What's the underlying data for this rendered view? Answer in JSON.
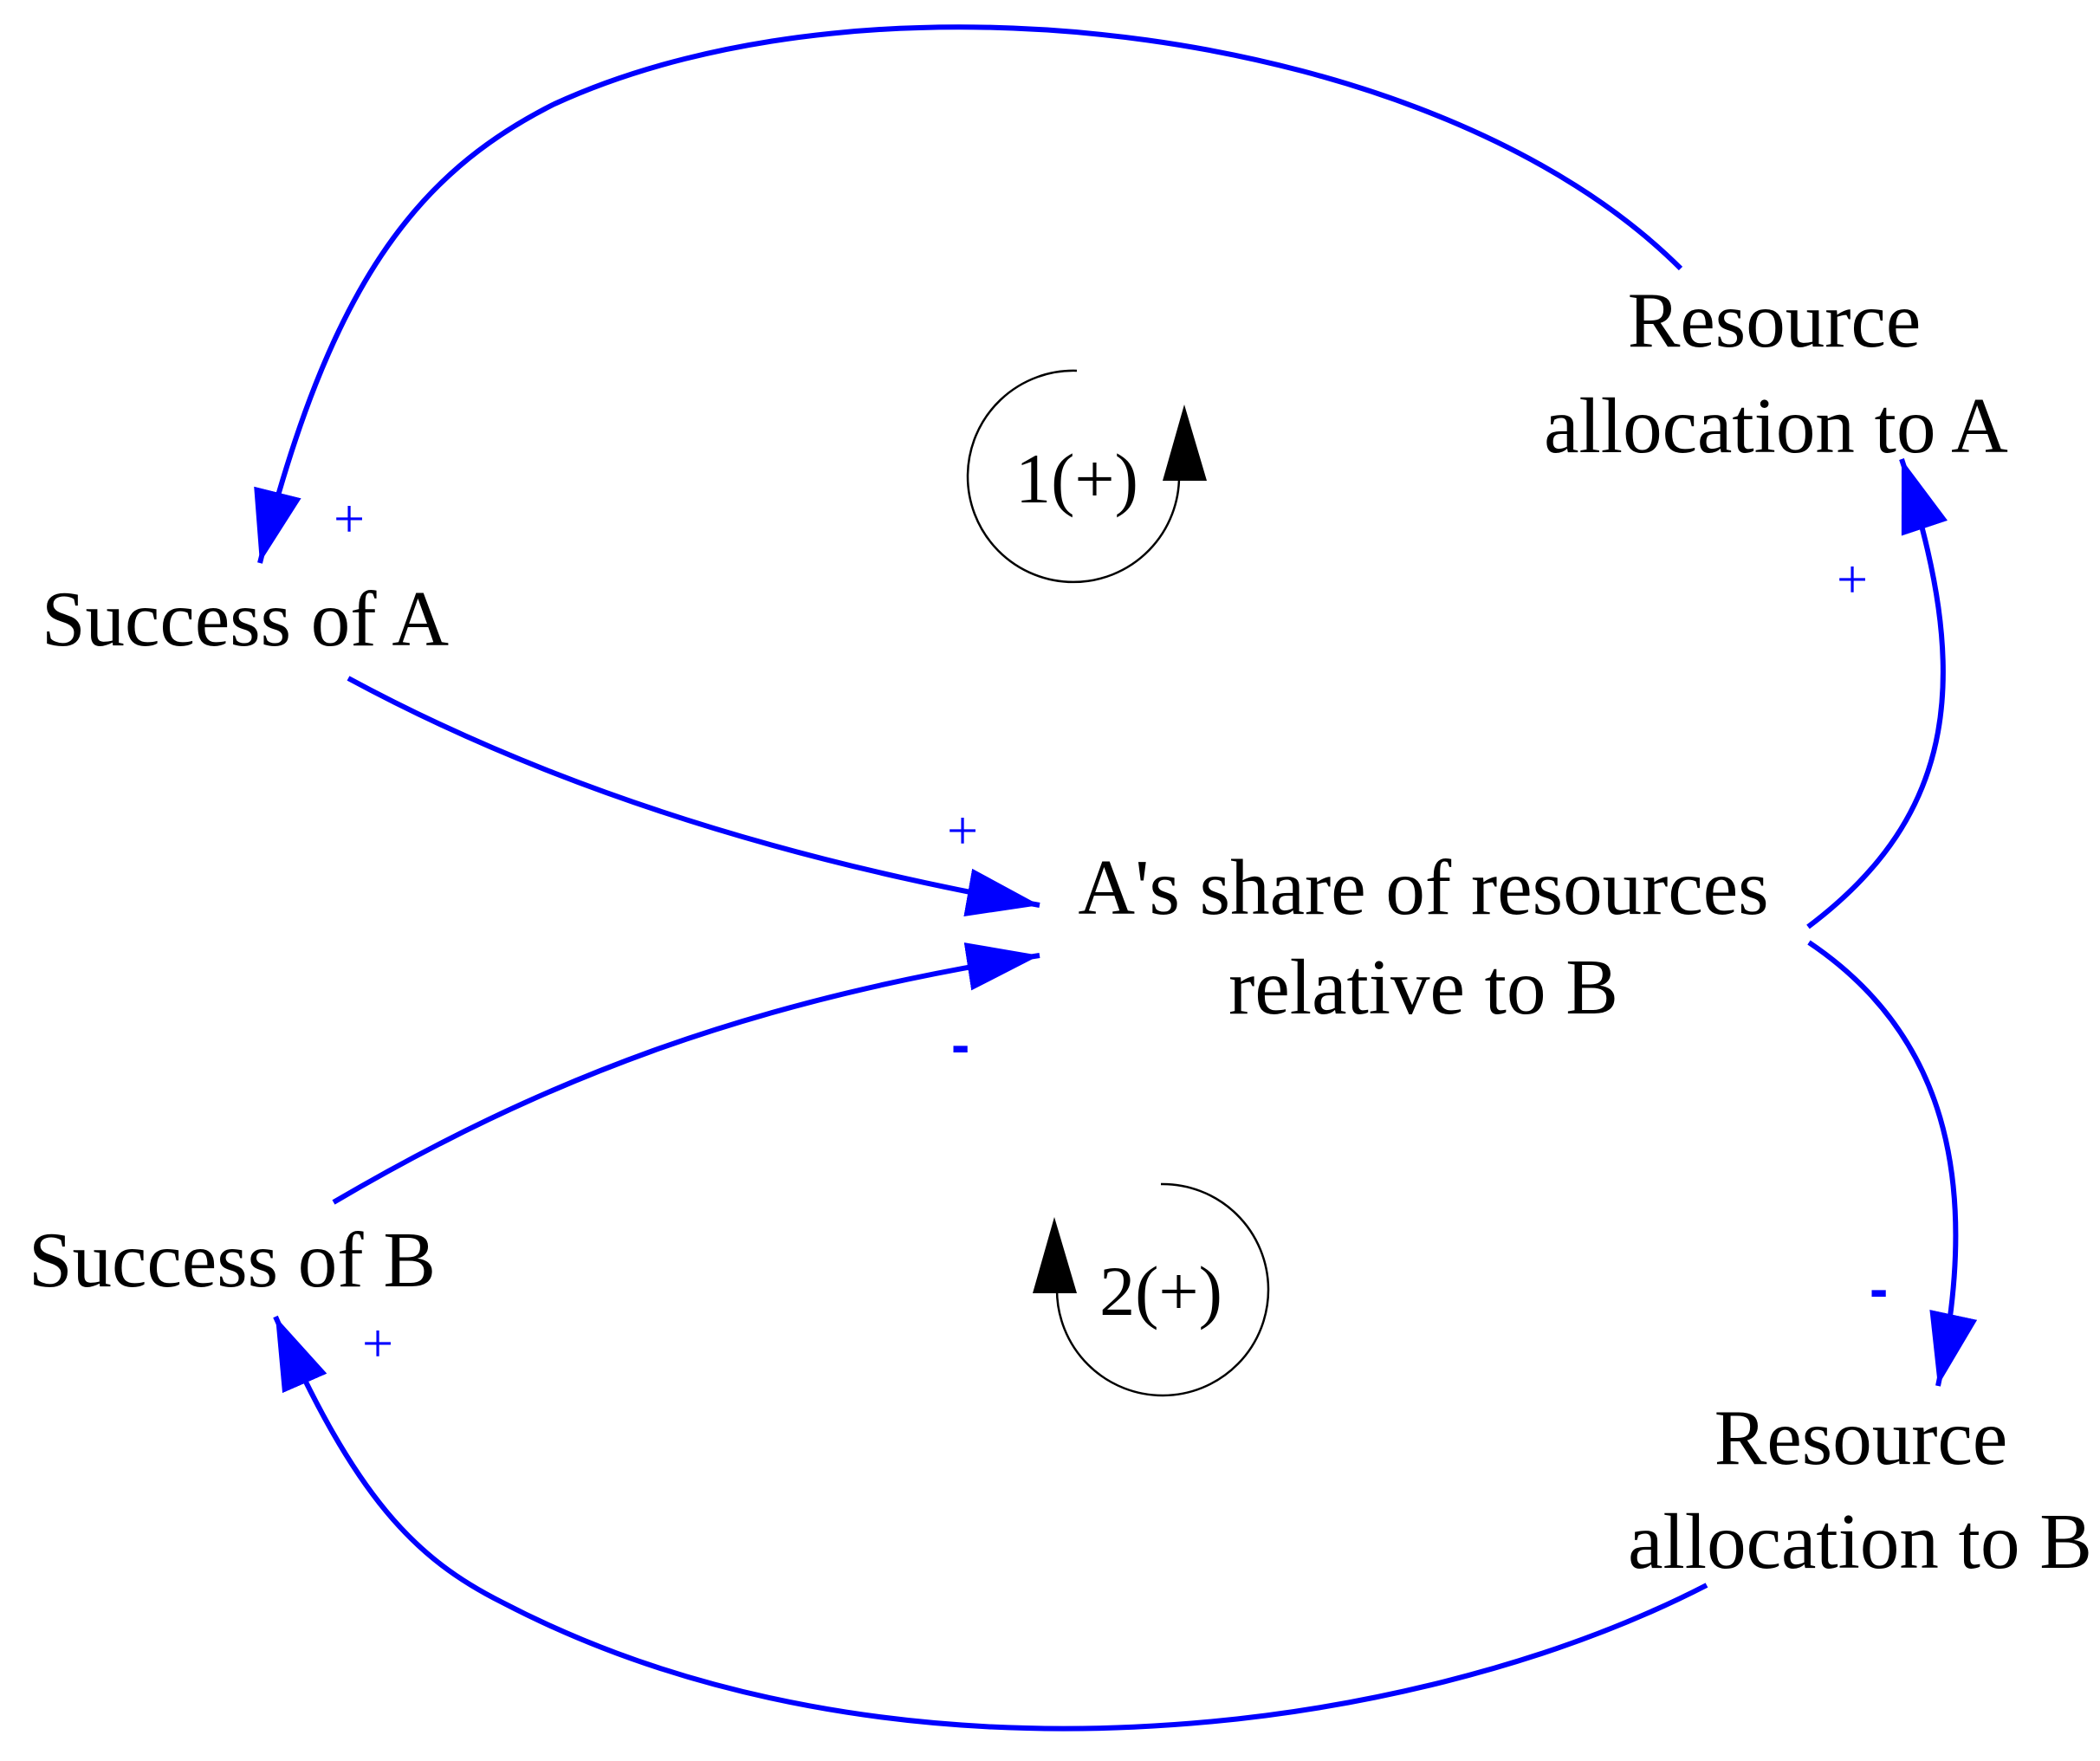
{
  "colors": {
    "link": "#0000ff",
    "text": "#000000",
    "loop_marker": "#000000"
  },
  "variables": {
    "success_a": {
      "label": "Success of A"
    },
    "success_b": {
      "label": "Success of B"
    },
    "share": {
      "line1": "A's share of resources",
      "line2": "relative to B"
    },
    "alloc_a": {
      "line1": "Resource",
      "line2": "allocation to A"
    },
    "alloc_b": {
      "line1": "Resource",
      "line2": "allocation to B"
    }
  },
  "links": [
    {
      "from": "Resource allocation to A",
      "to": "Success of A",
      "polarity": "+"
    },
    {
      "from": "Success of A",
      "to": "A's share of resources relative to B",
      "polarity": "+"
    },
    {
      "from": "Success of B",
      "to": "A's share of resources relative to B",
      "polarity": "-"
    },
    {
      "from": "A's share of resources relative to B",
      "to": "Resource allocation to A",
      "polarity": "+"
    },
    {
      "from": "A's share of resources relative to B",
      "to": "Resource allocation to B",
      "polarity": "-"
    },
    {
      "from": "Resource allocation to B",
      "to": "Success of B",
      "polarity": "+"
    }
  ],
  "loops": [
    {
      "label": "1(+)"
    },
    {
      "label": "2(+)"
    }
  ]
}
